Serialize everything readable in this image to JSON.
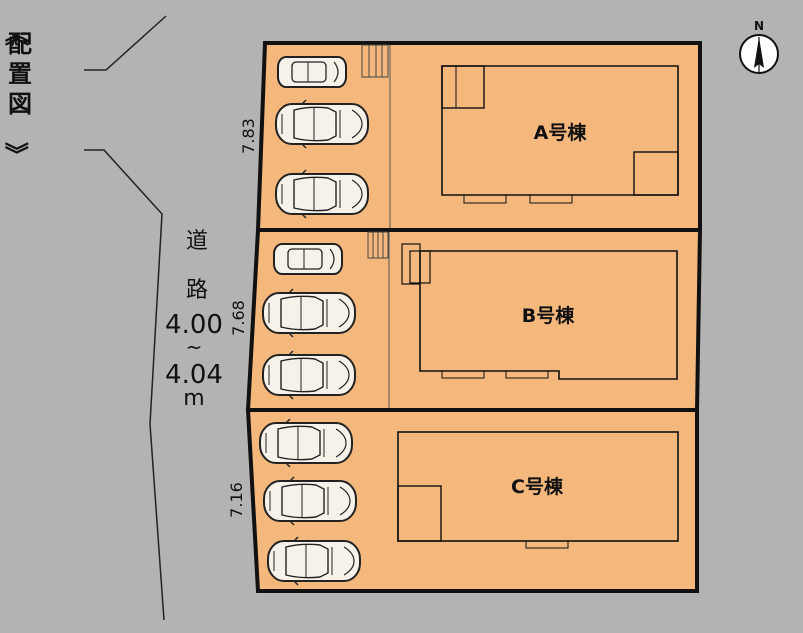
{
  "title": "《配置図》",
  "road": {
    "label_chars": [
      "道",
      "路"
    ],
    "width_from": "4.00",
    "tilde": "~",
    "width_to": "4.04",
    "unit": "m"
  },
  "compass": {
    "north_label": "N"
  },
  "lots": [
    {
      "name": "A号棟",
      "frontage": "7.83"
    },
    {
      "name": "B号棟",
      "frontage": "7.68"
    },
    {
      "name": "C号棟",
      "frontage": "7.16"
    }
  ],
  "colors": {
    "background": "#b3b3b3",
    "lot_fill": "#f4b77c",
    "outline": "#111111",
    "car_fill": "#f6f2ea"
  }
}
